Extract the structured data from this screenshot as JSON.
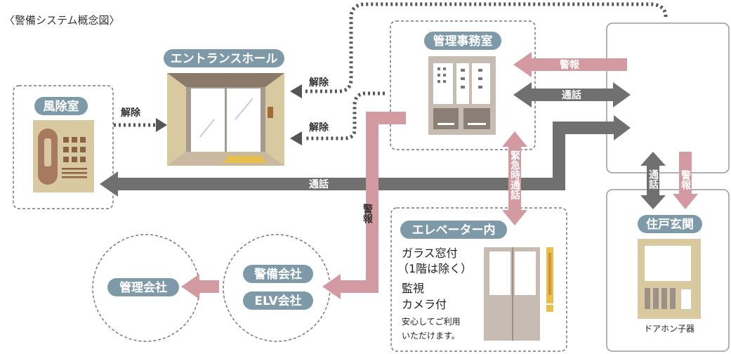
{
  "title": "〈警備システム概念図〉",
  "colors": {
    "pink": "#d39aa2",
    "dark": "#707070",
    "pill": "#7e9aa8",
    "tan": "#d9c9a0",
    "dotted": "#555555"
  },
  "rooms": {
    "wind_room": "風除室",
    "entrance_hall": "エントランスホール",
    "management_office": "管理事務室",
    "elevator": "エレベーター内",
    "residence_entrance": "住戸玄関",
    "management_company": "管理会社",
    "security_company": "警備会社",
    "elv_company": "ELV会社"
  },
  "arrows": {
    "release_1": "解除",
    "release_2": "解除",
    "release_3": "解除",
    "alarm_top": "警報",
    "call_top": "通話",
    "call_main": "通話",
    "alarm_vertical": "警報",
    "emergency_call": "緊急時通話",
    "call_vertical": "通話",
    "alarm_vertical_right": "警報"
  },
  "elevator_notes": {
    "line1": "ガラス窓付",
    "line2": "（1階は除く）",
    "line3": "監視",
    "line4": "カメラ付",
    "line5": "安心してご利用",
    "line6": "いただけます。"
  },
  "intercom_label": "ドアホン子器"
}
